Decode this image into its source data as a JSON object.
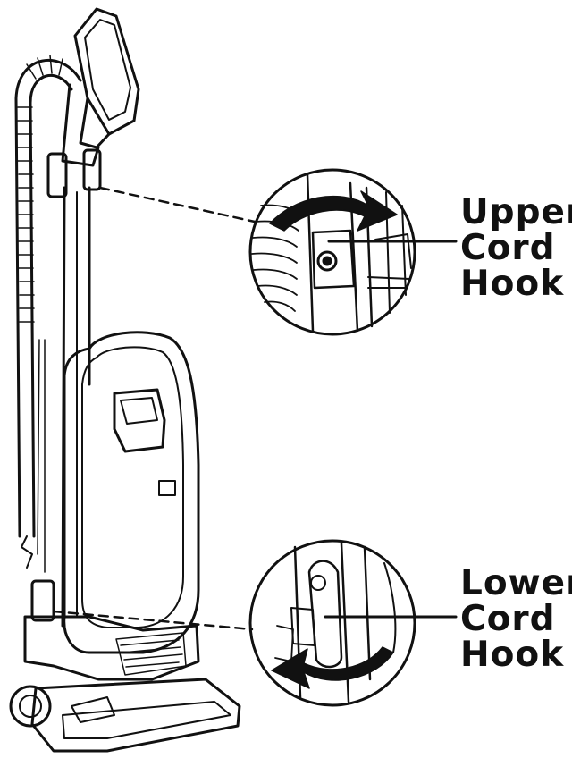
{
  "callouts": {
    "upper": {
      "line1": "Upper",
      "line2": "Cord",
      "line3": "Hook"
    },
    "lower": {
      "line1": "Lower",
      "line2": "Cord",
      "line3": "Hook"
    }
  },
  "colors": {
    "ink": "#111111",
    "background": "#ffffff"
  },
  "icons": {
    "rotate_upper": "curved-arrow-right-icon",
    "rotate_lower": "curved-arrow-left-icon"
  }
}
